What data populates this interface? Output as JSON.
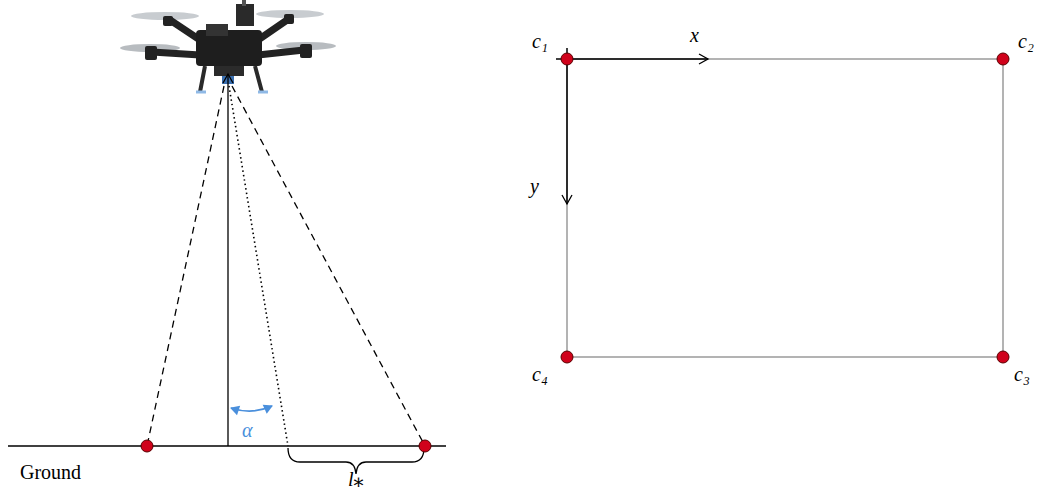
{
  "diagram": {
    "labels": [
      "c₁",
      "x",
      "c₂",
      "y",
      "c₄",
      "c₃",
      "α",
      "Ground",
      "l⁎"
    ]
  }
}
